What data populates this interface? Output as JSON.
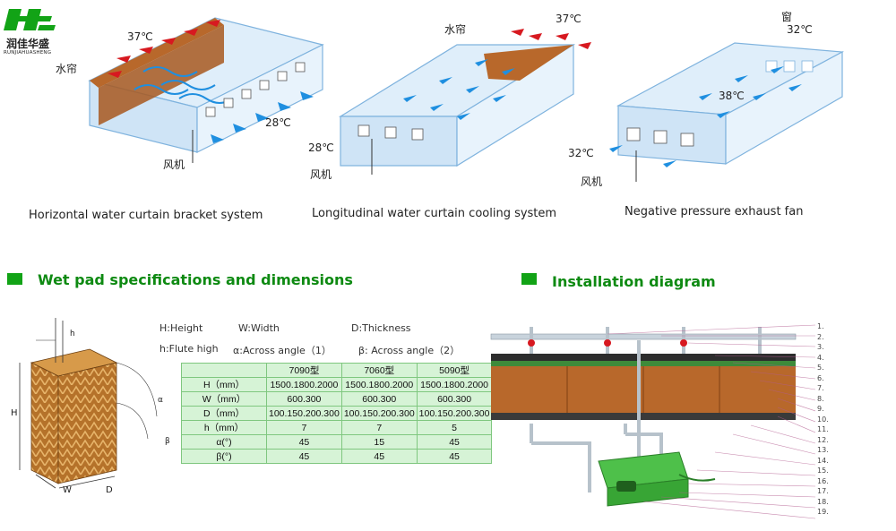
{
  "logo": {
    "cn": "润佳华盛",
    "en": "RUNJIAHUASHENG",
    "color": "#12a316"
  },
  "top_diagrams": [
    {
      "caption": "Horizontal water curtain bracket system",
      "pad_label": "水帘",
      "fan_label": "风机",
      "temp_in": "37℃",
      "temp_out": "28℃"
    },
    {
      "caption": "Longitudinal water curtain cooling system",
      "pad_label": "水帘",
      "fan_label": "风机",
      "temp_in": "37℃",
      "temp_out": "28℃"
    },
    {
      "caption": "Negative pressure exhaust fan",
      "window_label": "窗",
      "fan_label": "风机",
      "temp_in": "32℃",
      "temp_mid": "38℃",
      "temp_out": "32℃"
    }
  ],
  "sections": {
    "specs_title": "Wet pad specifications and dimensions",
    "install_title": "Installation diagram"
  },
  "legend": {
    "height": "H:Height",
    "width": "W:Width",
    "thickness": "D:Thickness",
    "flute": "h:Flute  high",
    "alpha": "α:Across  angle（1）",
    "beta": "β:  Across  angle（2）"
  },
  "pad_dims": {
    "h": "h",
    "H": "H",
    "W": "W",
    "D": "D",
    "a": "α",
    "b": "β"
  },
  "spec_table": {
    "header": [
      "",
      "7090型",
      "7060型",
      "5090型"
    ],
    "rows": [
      [
        "H（mm）",
        "1500.1800.2000",
        "1500.1800.2000",
        "1500.1800.2000"
      ],
      [
        "W（mm）",
        "600.300",
        "600.300",
        "600.300"
      ],
      [
        "D（mm）",
        "100.150.200.300",
        "100.150.200.300",
        "100.150.200.300"
      ],
      [
        "h（mm）",
        "7",
        "7",
        "5"
      ],
      [
        "α(°)",
        "45",
        "15",
        "45"
      ],
      [
        "β(°)",
        "45",
        "45",
        "45"
      ]
    ]
  },
  "install_labels": [
    "1.",
    "2.",
    "3.",
    "4.",
    "5.",
    "6.",
    "7.",
    "8.",
    "9.",
    "10.",
    "11.",
    "12.",
    "13.",
    "14.",
    "15.",
    "16.",
    "17.",
    "18.",
    "19."
  ],
  "colors": {
    "accent_green": "#12a316",
    "arrow_red": "#d71920",
    "arrow_blue": "#1f8fe0",
    "pad_brown": "#b8682b",
    "table_bg": "#d6f3d6"
  }
}
